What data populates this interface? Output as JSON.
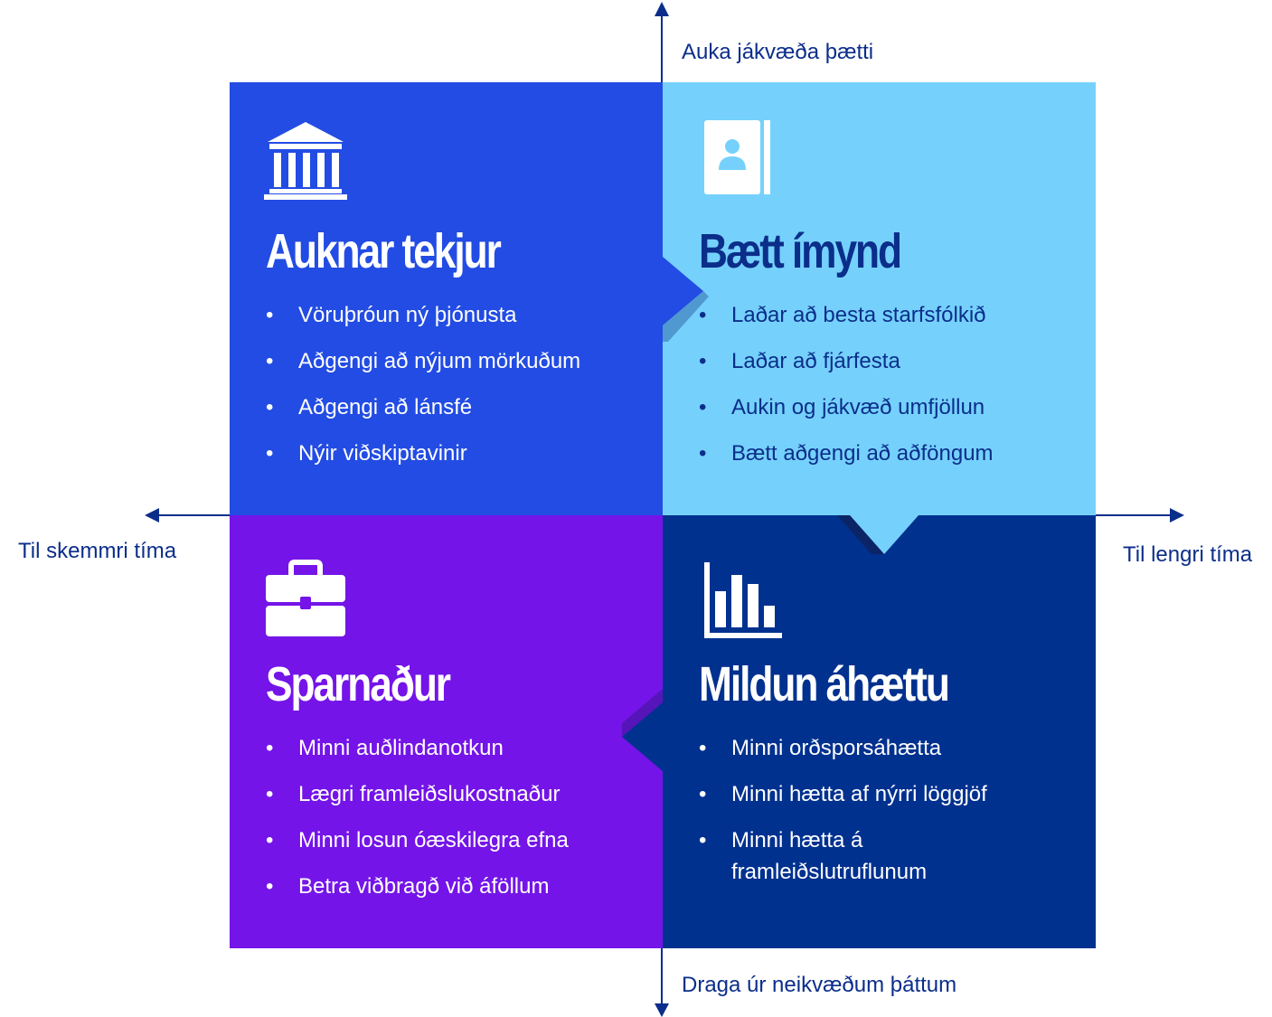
{
  "axes": {
    "top": "Auka jákvæða þætti",
    "bottom": "Draga úr neikvæðum þáttum",
    "left": "Til skemmri tíma",
    "right": "Til lengri tíma"
  },
  "colors": {
    "top_left": "#224ce3",
    "top_right": "#75d1fc",
    "bottom_left": "#7414e8",
    "bottom_right": "#00318f",
    "axis": "#0b2e8a"
  },
  "quadrants": {
    "top_left": {
      "icon": "bank-icon",
      "title": "Auknar tekjur",
      "items": [
        "Vöruþróun ný þjónusta",
        "Aðgengi að nýjum mörkuðum",
        "Aðgengi að lánsfé",
        "Nýir viðskiptavinir"
      ]
    },
    "top_right": {
      "icon": "contact-book-icon",
      "title": "Bætt ímynd",
      "items": [
        "Laðar að besta starfsfólkið",
        "Laðar að fjárfesta",
        "Aukin og jákvæð umfjöllun",
        "Bætt aðgengi að aðföngum"
      ]
    },
    "bottom_left": {
      "icon": "briefcase-icon",
      "title": "Sparnaður",
      "items": [
        "Minni auðlindanotkun",
        "Lægri framleiðslukostnaður",
        "Minni losun óæskilegra efna",
        "Betra viðbragð við áföllum"
      ]
    },
    "bottom_right": {
      "icon": "bar-chart-icon",
      "title": "Mildun áhættu",
      "items": [
        "Minni orðsporsáhætta",
        "Minni hætta af nýrri löggjöf",
        "Minni hætta á framleiðslutruflunum"
      ]
    }
  }
}
